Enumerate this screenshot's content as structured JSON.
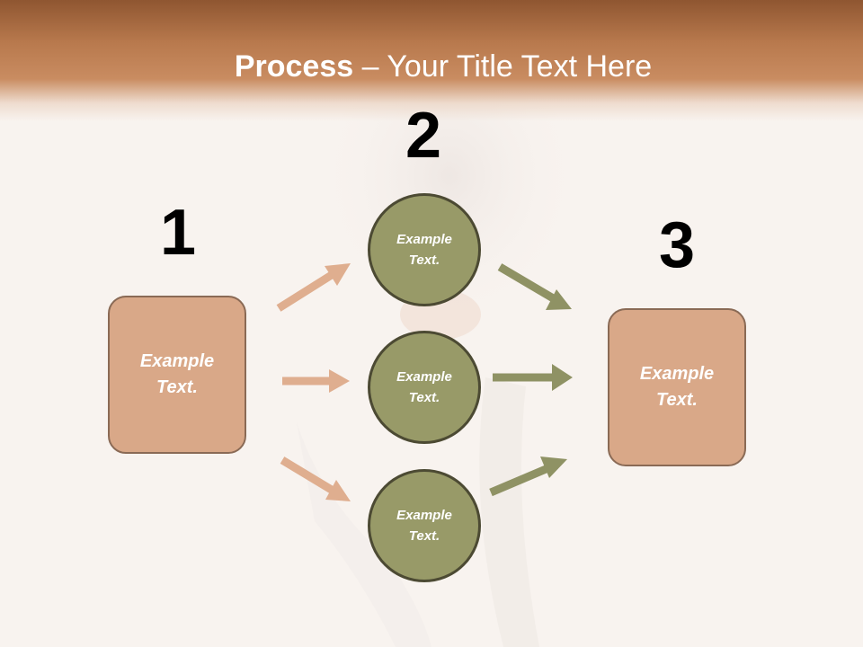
{
  "slide": {
    "title_bold": "Process",
    "title_rest": " – Your Title Text Here"
  },
  "steps": {
    "step1_number": "1",
    "step2_number": "2",
    "step3_number": "3"
  },
  "nodes": {
    "left_box": "Example\nText.",
    "circle_top": "Example\nText.",
    "circle_middle": "Example\nText.",
    "circle_bottom": "Example\nText.",
    "right_box": "Example\nText."
  },
  "colors": {
    "title_bar": "#b8794d",
    "box_fill": "#d9a888",
    "box_border": "#8a6a55",
    "circle_fill": "#989a68",
    "circle_border": "#4c4a33",
    "arrow_left": "#dfae8f",
    "arrow_right": "#8f9264"
  }
}
